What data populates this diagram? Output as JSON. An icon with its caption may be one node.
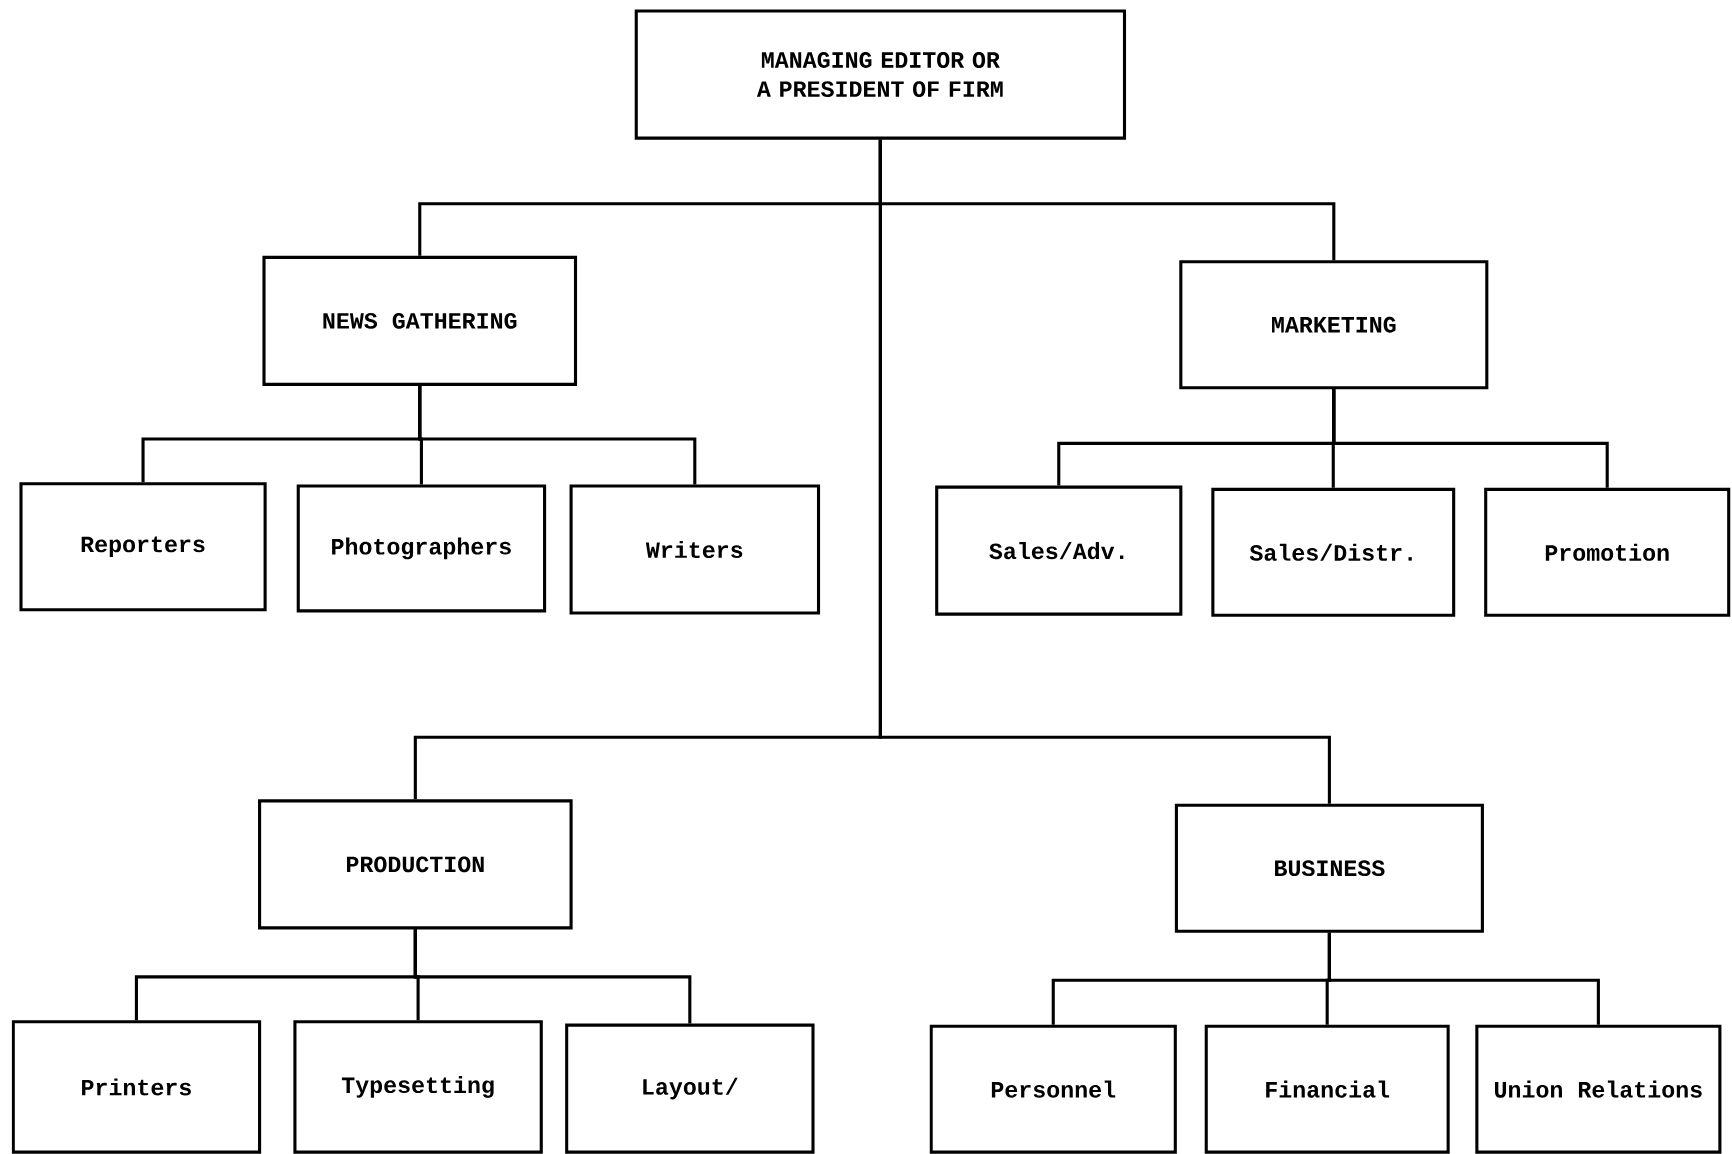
{
  "diagram": {
    "nodes": [
      {
        "text": [
          "MANAGING EDITOR OR A PRESIDENT OF FIRM"
        ]
      },
      {
        "text": [
          "NEWS GATHERING"
        ]
      },
      {
        "text": [
          "Reporters"
        ]
      },
      {
        "text": [
          "Photographers"
        ]
      },
      {
        "text": [
          "Writers"
        ]
      },
      {
        "text": [
          "MARKETING"
        ]
      },
      {
        "text": [
          "Sales/Adv."
        ]
      },
      {
        "text": [
          "Sales/Distr."
        ]
      },
      {
        "text": [
          "Promotion"
        ]
      },
      {
        "text": [
          "PRODUCTION"
        ]
      },
      {
        "text": [
          "BUSINESS"
        ]
      },
      {
        "text": [
          "Printers"
        ]
      },
      {
        "text": [
          "Typesetting"
        ]
      },
      {
        "text": [
          "Layout/"
        ]
      },
      {
        "text": [
          "Personnel"
        ]
      },
      {
        "text": [
          "Financial"
        ]
      },
      {
        "text": [
          "Union Relations"
        ]
      }
    ],
    "edges": [
      {
        "from": 0,
        "to": 1,
        "arrow": "none"
      },
      {
        "from": 0,
        "to": 5,
        "arrow": "none"
      },
      {
        "from": 0,
        "to": 9,
        "arrow": "none"
      },
      {
        "from": 0,
        "to": 10,
        "arrow": "none"
      },
      {
        "from": 1,
        "to": 2,
        "arrow": "none"
      },
      {
        "from": 1,
        "to": 3,
        "arrow": "none"
      },
      {
        "from": 1,
        "to": 4,
        "arrow": "none"
      },
      {
        "from": 5,
        "to": 6,
        "arrow": "none"
      },
      {
        "from": 5,
        "to": 7,
        "arrow": "none"
      },
      {
        "from": 5,
        "to": 8,
        "arrow": "none"
      },
      {
        "from": 9,
        "to": 11,
        "arrow": "none"
      },
      {
        "from": 9,
        "to": 12,
        "arrow": "none"
      },
      {
        "from": 9,
        "to": 13,
        "arrow": "none"
      },
      {
        "from": 10,
        "to": 14,
        "arrow": "none"
      },
      {
        "from": 10,
        "to": 15,
        "arrow": "none"
      },
      {
        "from": 10,
        "to": 16,
        "arrow": "none"
      }
    ]
  }
}
